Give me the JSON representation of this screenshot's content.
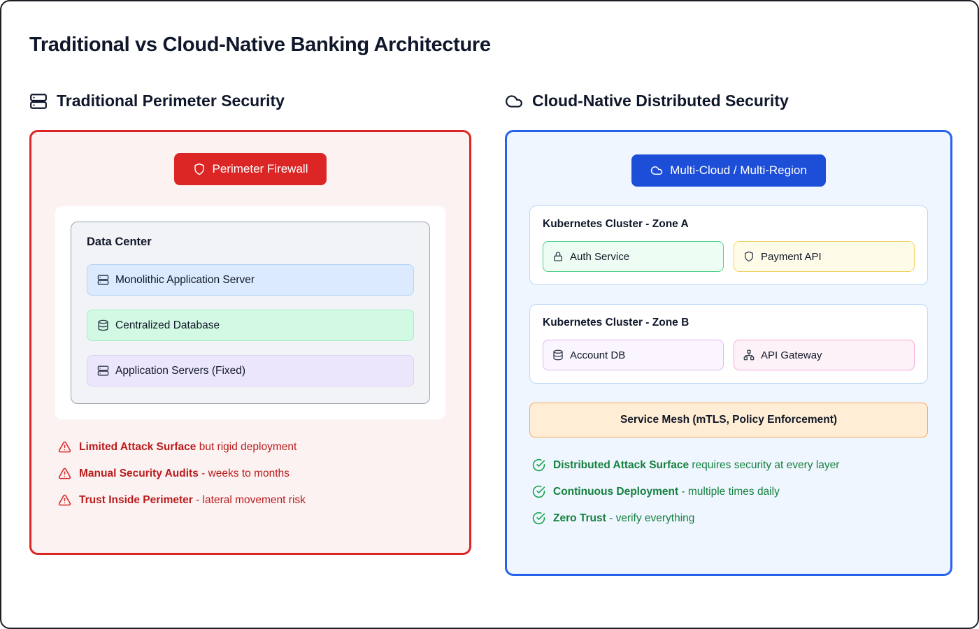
{
  "page": {
    "title": "Traditional vs Cloud-Native Banking Architecture"
  },
  "traditional": {
    "heading": "Traditional Perimeter Security",
    "firewall_label": "Perimeter Firewall",
    "datacenter": {
      "title": "Data Center",
      "items": [
        {
          "label": "Monolithic Application Server",
          "icon": "server-icon"
        },
        {
          "label": "Centralized Database",
          "icon": "database-icon"
        },
        {
          "label": "Application Servers (Fixed)",
          "icon": "server-icon"
        }
      ]
    },
    "warnings": [
      {
        "bold": "Limited Attack Surface",
        "rest": " but rigid deployment"
      },
      {
        "bold": "Manual Security Audits",
        "rest": " - weeks to months"
      },
      {
        "bold": "Trust Inside Perimeter",
        "rest": " - lateral movement risk"
      }
    ]
  },
  "cloud": {
    "heading": "Cloud-Native Distributed Security",
    "multicloud_label": "Multi-Cloud / Multi-Region",
    "clusters": [
      {
        "title": "Kubernetes Cluster - Zone A",
        "services": [
          {
            "label": "Auth Service",
            "icon": "lock-icon"
          },
          {
            "label": "Payment API",
            "icon": "shield-icon"
          }
        ]
      },
      {
        "title": "Kubernetes Cluster - Zone B",
        "services": [
          {
            "label": "Account DB",
            "icon": "database-icon"
          },
          {
            "label": "API Gateway",
            "icon": "network-icon"
          }
        ]
      }
    ],
    "service_mesh_label": "Service Mesh (mTLS, Policy Enforcement)",
    "benefits": [
      {
        "bold": "Distributed Attack Surface",
        "rest": " requires security at every layer"
      },
      {
        "bold": "Continuous Deployment",
        "rest": " - multiple times daily"
      },
      {
        "bold": "Zero Trust",
        "rest": " - verify everything"
      }
    ]
  },
  "colors": {
    "traditional_border": "#dc2626",
    "traditional_bg": "#fdf2f2",
    "firewall_bg": "#dc2626",
    "warning_text": "#b91c1c",
    "cloud_border": "#2563eb",
    "cloud_bg": "#eff6ff",
    "multicloud_bg": "#1d4ed8",
    "benefit_text": "#15803d",
    "mesh_bg": "#ffedd5",
    "mesh_border": "#f6a85c"
  }
}
